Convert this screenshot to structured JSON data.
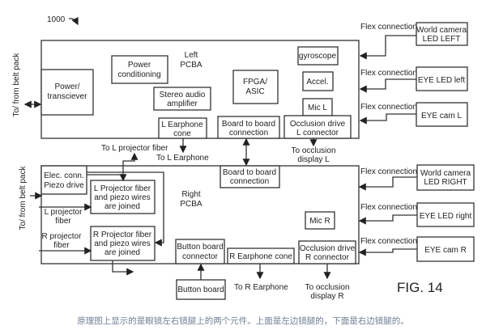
{
  "figure_ref": "1000",
  "figure_label": "FIG. 14",
  "caption": "原理图上显示的是眼镜左右镜腿上的两个元件。上面是左边镜腿的，下面是右边镜腿的。",
  "left_pcba": {
    "label": [
      "Left",
      "PCBA"
    ],
    "belt_pack": "To/ from belt pack",
    "power_transceiver": [
      "Power/",
      "transciever"
    ],
    "power_conditioning": [
      "Power",
      "conditioning"
    ],
    "stereo_audio": [
      "Stereo audio",
      "amplifier"
    ],
    "fpga": [
      "FPGA/",
      "ASIC"
    ],
    "gyroscope": "gyroscope",
    "accel": "Accel.",
    "mic": "Mic L",
    "earphone_cone": [
      "L Earphone",
      "cone"
    ],
    "board_to_board": [
      "Board to board",
      "connection"
    ],
    "occlusion_connector": [
      "Occlusion drive",
      "L connector"
    ],
    "to_projector_fiber": "To L projector fiber",
    "to_earphone": "To L Earphone",
    "to_occlusion": [
      "To occlusion",
      "display L"
    ],
    "flex": [
      {
        "label": "Flex connection",
        "device": [
          "World camera",
          "LED LEFT"
        ]
      },
      {
        "label": "Flex connection",
        "device": [
          "EYE LED left"
        ]
      },
      {
        "label": "Flex connection",
        "device": [
          "EYE cam L"
        ]
      }
    ]
  },
  "right_pcba": {
    "label": [
      "Right",
      "PCBA"
    ],
    "belt_pack": "To/ from belt pack",
    "elec_conn": [
      "Elec. conn.",
      "Piezo drive"
    ],
    "l_projector_joined": [
      "L Projector fiber",
      "and piezo wires",
      "are joined"
    ],
    "r_projector_joined": [
      "R Projector fiber",
      "and piezo wires",
      "are joined"
    ],
    "l_projector_fiber": [
      "L projector",
      "fiber"
    ],
    "r_projector_fiber": [
      "R projector",
      "fiber"
    ],
    "board_to_board": [
      "Board to board",
      "connection"
    ],
    "mic": "Mic R",
    "button_board_connector": [
      "Button board",
      "connector"
    ],
    "earphone_cone": "R Earphone cone",
    "occlusion_connector": [
      "Occlusion drive",
      "R connector"
    ],
    "button_board": "Button board",
    "to_earphone": "To R Earphone",
    "to_occlusion": [
      "To occlusion",
      "display  R"
    ],
    "flex": [
      {
        "label": "Flex connection",
        "device": [
          "World camera",
          "LED RIGHT"
        ]
      },
      {
        "label": "Flex connection",
        "device": [
          "EYE LED right"
        ]
      },
      {
        "label": "Flex connection",
        "device": [
          "EYE cam R"
        ]
      }
    ]
  }
}
